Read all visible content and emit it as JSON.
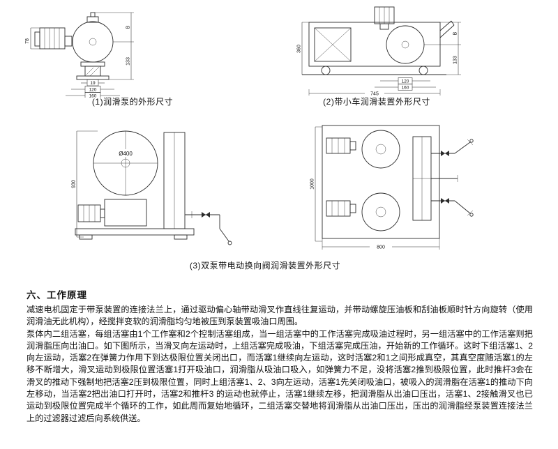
{
  "figures": {
    "fig1": {
      "caption": "(1)润滑泵的外形尺寸",
      "dims": {
        "d78": "78",
        "dB": "B",
        "d133": "133",
        "d19": "19",
        "d120": "120",
        "d160": "160"
      }
    },
    "fig2": {
      "caption": "(2)带小车润滑装置外形尺寸",
      "dims": {
        "d360": "360",
        "dB": "B",
        "d133": "133",
        "d120": "120",
        "d160": "160",
        "d745": "745"
      }
    },
    "fig3": {
      "caption": "(3)双泵带电动换向阀润滑装置外形尺寸",
      "dims": {
        "dia": "Ø400",
        "d930": "930",
        "d1000": "1000",
        "d800": "800"
      }
    }
  },
  "section": {
    "heading": "六、工作原理",
    "paragraphs": [
      "减速电机固定于带泵装置的连接法兰上，通过驱动偏心轴带动滑叉作直线往复运动，并带动螺旋压油板和刮油板顺时针方向旋转（使用润滑油无此机构），经搅拌变软的润滑脂均匀地被压到泵装置吸油口周围。",
      "泵体内二组活塞，每组活塞由1个工作塞和2个控制活塞组成，当一组活塞中的工作活塞完成吸油过程时，另一组活塞中的工作活塞则把润滑脂压向出油口。如下图所示，当滑叉向左运动时，上组活塞完成吸油，下组活塞完成压油，开始新的工作循环。这时下组活塞1、2向左运动，活塞2在弹簧力作用下到达极限位置关闭出口，而活塞1继续向左运动，这时活塞2和1之间形成真空，其真空度随活塞1的左移不断增大，滑叉运动到极限位置活塞1打开吸油口，润滑脂从吸油口吸入，如弹簧力不足，没将活塞2推到极限位置，此时推杆3会在滑叉的推动下强制地把活塞2压到极限位置，同时上组活塞1、2、3向左运动，活塞1先关闭吸油口，被吸入的润滑脂在活塞1的推动下向左移动，当活塞2把出油口打开时，活塞2和推杆3 的运动也就停止，活塞1继续左移，把润滑脂从出油口压出，活塞1、2接触滑叉也已运动到极限位置完成半个循环的工作，如此周而复始地循环，二组活塞交替地将润滑脂从出油口压出，压出的润滑脂经泵装置连接法兰上的过滤器过滤后向系统供送。"
    ]
  }
}
